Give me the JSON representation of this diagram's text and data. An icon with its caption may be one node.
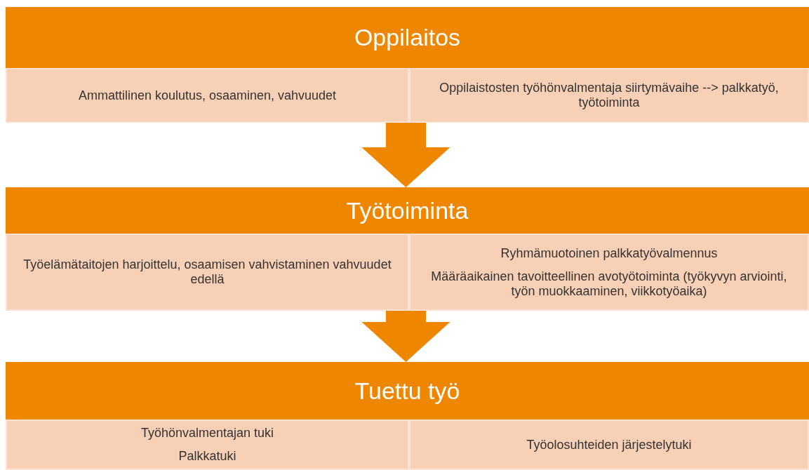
{
  "diagram": {
    "nodes": [
      {
        "text": [
          "Oppilaitos"
        ]
      },
      {
        "text": [
          "Ammattilinen koulutus, osaaminen, vahvuudet"
        ]
      },
      {
        "text": [
          "Oppilaistosten työhönvalmentaja siirtymävaihe --> palkkatyö, työtoiminta"
        ]
      },
      {
        "text": [
          "Työtoiminta"
        ]
      },
      {
        "text": [
          "Työelämätaitojen harjoittelu, osaamisen vahvistaminen vahvuudet edellä"
        ]
      },
      {
        "text": [
          "Ryhmämuotoinen palkkatyövalmennus",
          "Määräaikainen tavoitteellinen avotyötoiminta (työkyvyn arviointi, työn muokkaaminen, viikkotyöaika)"
        ]
      },
      {
        "text": [
          "Tuettu työ"
        ]
      },
      {
        "text": [
          "Työhönvalmentajan tuki",
          "Palkkatuki"
        ]
      },
      {
        "text": [
          "Työolosuhteiden järjestelytuki"
        ]
      }
    ],
    "edges": [
      {
        "from": 1,
        "to": 3,
        "arrow": "to"
      },
      {
        "from": 2,
        "to": 3,
        "arrow": "to"
      },
      {
        "from": 4,
        "to": 6,
        "arrow": "to"
      },
      {
        "from": 5,
        "to": 6,
        "arrow": "to"
      }
    ]
  }
}
